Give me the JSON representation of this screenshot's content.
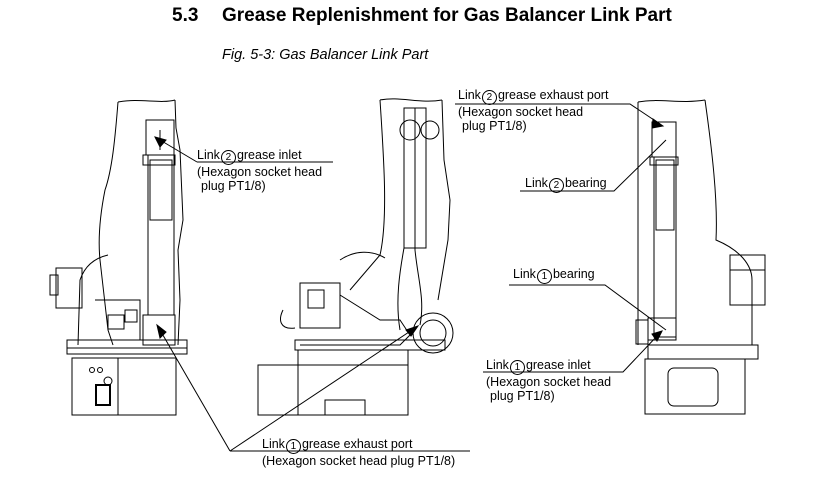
{
  "section": {
    "number": "5.3",
    "title": "Grease Replenishment for Gas Balancer Link Part"
  },
  "figure": {
    "caption": "Fig. 5-3: Gas Balancer Link Part",
    "views": [
      "left-side-view",
      "center-side-view",
      "right-side-view"
    ]
  },
  "callouts": {
    "link2_inlet": {
      "prefix": "Link",
      "circled": "2",
      "name": "grease inlet",
      "line2": "(Hexagon socket head",
      "line3": "plug PT1/8)"
    },
    "link2_exhaust": {
      "prefix": "Link",
      "circled": "2",
      "name": "grease exhaust port",
      "line2": "(Hexagon socket head",
      "line3": "plug PT1/8)"
    },
    "link2_bearing": {
      "prefix": "Link",
      "circled": "2",
      "name": "bearing"
    },
    "link1_bearing": {
      "prefix": "Link",
      "circled": "1",
      "name": "bearing"
    },
    "link1_inlet": {
      "prefix": "Link",
      "circled": "1",
      "name": "grease inlet",
      "line2": "(Hexagon socket head",
      "line3": "plug PT1/8)"
    },
    "link1_exhaust": {
      "prefix": "Link",
      "circled": "1",
      "name": "grease exhaust port",
      "line2": "(Hexagon socket head plug PT1/8)"
    }
  }
}
